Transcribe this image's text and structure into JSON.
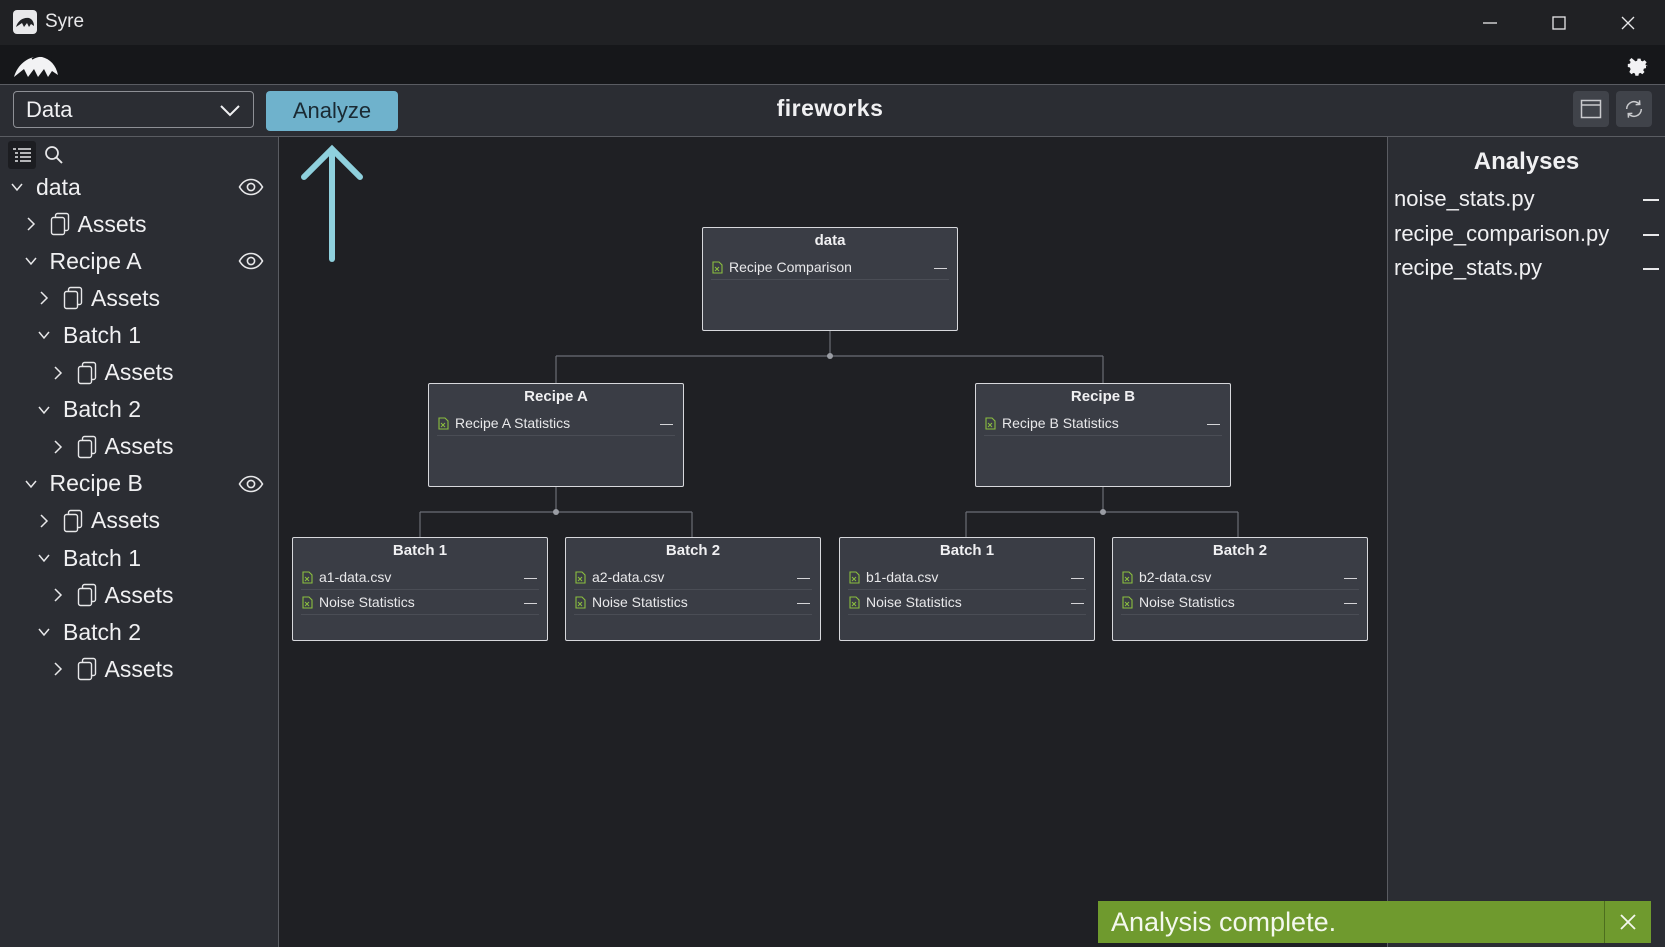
{
  "window": {
    "title": "Syre"
  },
  "toolbar": {
    "view_select": "Data",
    "analyze_label": "Analyze",
    "project_title": "fireworks"
  },
  "sidebar": {
    "tree": [
      {
        "label": "data",
        "level": 0,
        "expanded": true,
        "visible_toggle": true
      },
      {
        "label": "Assets",
        "level": 1,
        "expanded": false,
        "asset": true
      },
      {
        "label": "Recipe A",
        "level": 1,
        "expanded": true,
        "visible_toggle": true
      },
      {
        "label": "Assets",
        "level": 2,
        "expanded": false,
        "asset": true
      },
      {
        "label": "Batch 1",
        "level": 2,
        "expanded": true
      },
      {
        "label": "Assets",
        "level": 3,
        "expanded": false,
        "asset": true
      },
      {
        "label": "Batch 2",
        "level": 2,
        "expanded": true
      },
      {
        "label": "Assets",
        "level": 3,
        "expanded": false,
        "asset": true
      },
      {
        "label": "Recipe B",
        "level": 1,
        "expanded": true,
        "visible_toggle": true
      },
      {
        "label": "Assets",
        "level": 2,
        "expanded": false,
        "asset": true
      },
      {
        "label": "Batch 1",
        "level": 2,
        "expanded": true
      },
      {
        "label": "Assets",
        "level": 3,
        "expanded": false,
        "asset": true
      },
      {
        "label": "Batch 2",
        "level": 2,
        "expanded": true
      },
      {
        "label": "Assets",
        "level": 3,
        "expanded": false,
        "asset": true
      }
    ]
  },
  "graph": {
    "root": {
      "title": "data",
      "rows": [
        "Recipe Comparison"
      ]
    },
    "recipe_a": {
      "title": "Recipe A",
      "rows": [
        "Recipe A Statistics"
      ]
    },
    "recipe_b": {
      "title": "Recipe B",
      "rows": [
        "Recipe B Statistics"
      ]
    },
    "a_batch1": {
      "title": "Batch 1",
      "rows": [
        "a1-data.csv",
        "Noise Statistics"
      ]
    },
    "a_batch2": {
      "title": "Batch 2",
      "rows": [
        "a2-data.csv",
        "Noise Statistics"
      ]
    },
    "b_batch1": {
      "title": "Batch 1",
      "rows": [
        "b1-data.csv",
        "Noise Statistics"
      ]
    },
    "b_batch2": {
      "title": "Batch 2",
      "rows": [
        "b2-data.csv",
        "Noise Statistics"
      ]
    },
    "row_dash": "—"
  },
  "analyses": {
    "heading": "Analyses",
    "items": [
      "noise_stats.py",
      "recipe_comparison.py",
      "recipe_stats.py"
    ]
  },
  "toast": {
    "message": "Analysis complete."
  },
  "colors": {
    "accent": "#6fb2cc",
    "success": "#6f9a2e",
    "file_icon": "#8bbf3f"
  },
  "icons": [
    "syre-logo-icon",
    "minimize-icon",
    "maximize-icon",
    "close-icon",
    "settings-icon",
    "chevron-down-icon",
    "layout-icon",
    "refresh-icon",
    "list-icon",
    "search-icon",
    "eye-icon",
    "assets-icon",
    "file-icon",
    "arrow-up-icon"
  ]
}
